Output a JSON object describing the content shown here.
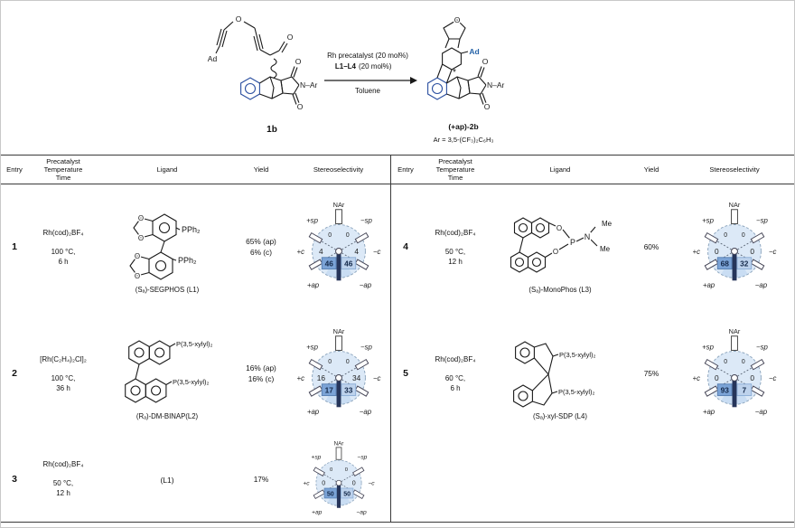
{
  "scheme": {
    "cond1": "Rh precatalyst (20 mol%)",
    "cond2_bold": "L1–L4",
    "cond2_rest": "(20 mol%)",
    "solvent": "Toluene",
    "reactant_label": "1b",
    "product_label": "(+ap)-2b",
    "ar_def": "Ar = 3,5-(CF₃)₂C₆H₃",
    "ad": "Ad",
    "nar": "N–Ar",
    "o": "O",
    "asterisk": "*"
  },
  "headers": {
    "entry": "Entry",
    "precatalyst": "Precatalyst",
    "temperature": "Temperature",
    "time": "Time",
    "ligand": "Ligand",
    "yield": "Yield",
    "stereo": "Stereoselectivity"
  },
  "wheel_labels": {
    "nar": "NAr",
    "sp_plus": "+sp",
    "sp_minus": "−sp",
    "c_plus": "+c",
    "c_minus": "−c",
    "ap_plus": "+ap",
    "ap_minus": "−ap"
  },
  "atoms": {
    "O": "O",
    "P": "P",
    "N": "N",
    "Me": "Me"
  },
  "entries": [
    {
      "entry": "1",
      "precatalyst": "Rh(cod)₂BF₄",
      "temperature": "100 °C,",
      "time": "6 h",
      "ligand_name": "(Sₐ)-SEGPHOS (L1)",
      "p1": "PPh₂",
      "p2": "PPh₂",
      "yield1": "65% (ap)",
      "yield2": "6% (c)",
      "wheel": {
        "sp_plus": "0",
        "sp_minus": "0",
        "c_plus": "4",
        "c_minus": "4",
        "ap_plus": "46",
        "ap_minus": "46"
      }
    },
    {
      "entry": "2",
      "precatalyst": "[Rh(C₂H₄)₂Cl]₂",
      "temperature": "100 °C,",
      "time": "36 h",
      "ligand_name": "(Rₐ)-DM-BINAP(L2)",
      "p1": "P(3,5-xylyl)₂",
      "p2": "P(3,5-xylyl)₂",
      "yield1": "16% (ap)",
      "yield2": "16% (c)",
      "wheel": {
        "sp_plus": "0",
        "sp_minus": "0",
        "c_plus": "16",
        "c_minus": "34",
        "ap_plus": "17",
        "ap_minus": "33"
      }
    },
    {
      "entry": "3",
      "precatalyst": "Rh(cod)₂BF₄",
      "temperature": "50 °C,",
      "time": "12 h",
      "ligand_name": "(L1)",
      "yield1": "17%",
      "yield2": "",
      "wheel": {
        "sp_plus": "0",
        "sp_minus": "0",
        "c_plus": "0",
        "c_minus": "0",
        "ap_plus": "50",
        "ap_minus": "50"
      }
    },
    {
      "entry": "4",
      "precatalyst": "Rh(cod)₂BF₄",
      "temperature": "50 °C,",
      "time": "12 h",
      "ligand_name": "(Sₐ)-MonoPhos (L3)",
      "yield1": "60%",
      "yield2": "",
      "wheel": {
        "sp_plus": "0",
        "sp_minus": "0",
        "c_plus": "0",
        "c_minus": "0",
        "ap_plus": "68",
        "ap_minus": "32"
      }
    },
    {
      "entry": "5",
      "precatalyst": "Rh(cod)₂BF₄",
      "temperature": "60 °C,",
      "time": "6 h",
      "ligand_name": "(Sₐ)-xyl-SDP (L4)",
      "p1": "P(3,5-xylyl)₂",
      "p2": "P(3,5-xylyl)₂",
      "yield1": "75%",
      "yield2": "",
      "wheel": {
        "sp_plus": "0",
        "sp_minus": "0",
        "c_plus": "0",
        "c_minus": "0",
        "ap_plus": "93",
        "ap_minus": "7"
      }
    }
  ]
}
